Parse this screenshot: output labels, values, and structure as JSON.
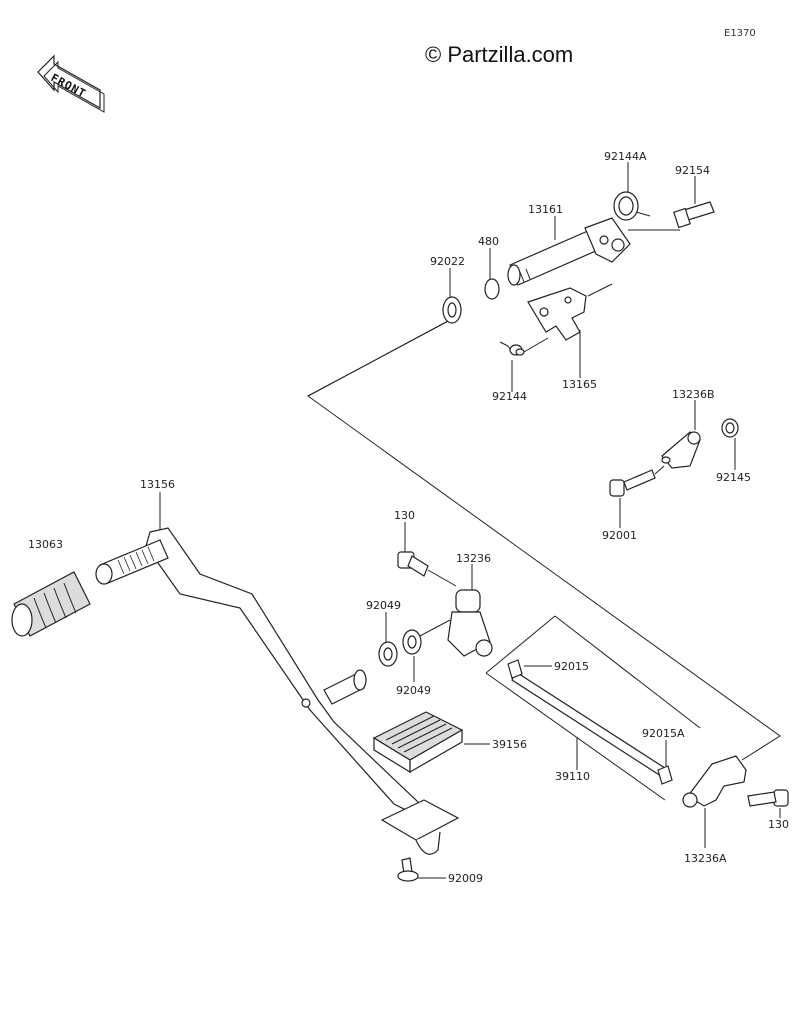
{
  "watermark": "© Partzilla.com",
  "diagram_code": "E1370",
  "front_label": "FRONT",
  "parts": {
    "p92144A": "92144A",
    "p92154": "92154",
    "p13161": "13161",
    "p480": "480",
    "p92022": "92022",
    "p92144": "92144",
    "p13165": "13165",
    "p13236B": "13236B",
    "p92145": "92145",
    "p92001": "92001",
    "p13156": "13156",
    "p13063": "13063",
    "p130_top": "130",
    "p13236": "13236",
    "p92049_a": "92049",
    "p92049_b": "92049",
    "p92015": "92015",
    "p92015A": "92015A",
    "p39156": "39156",
    "p39110": "39110",
    "p130_right": "130",
    "p13236A": "13236A",
    "p92009": "92009"
  }
}
